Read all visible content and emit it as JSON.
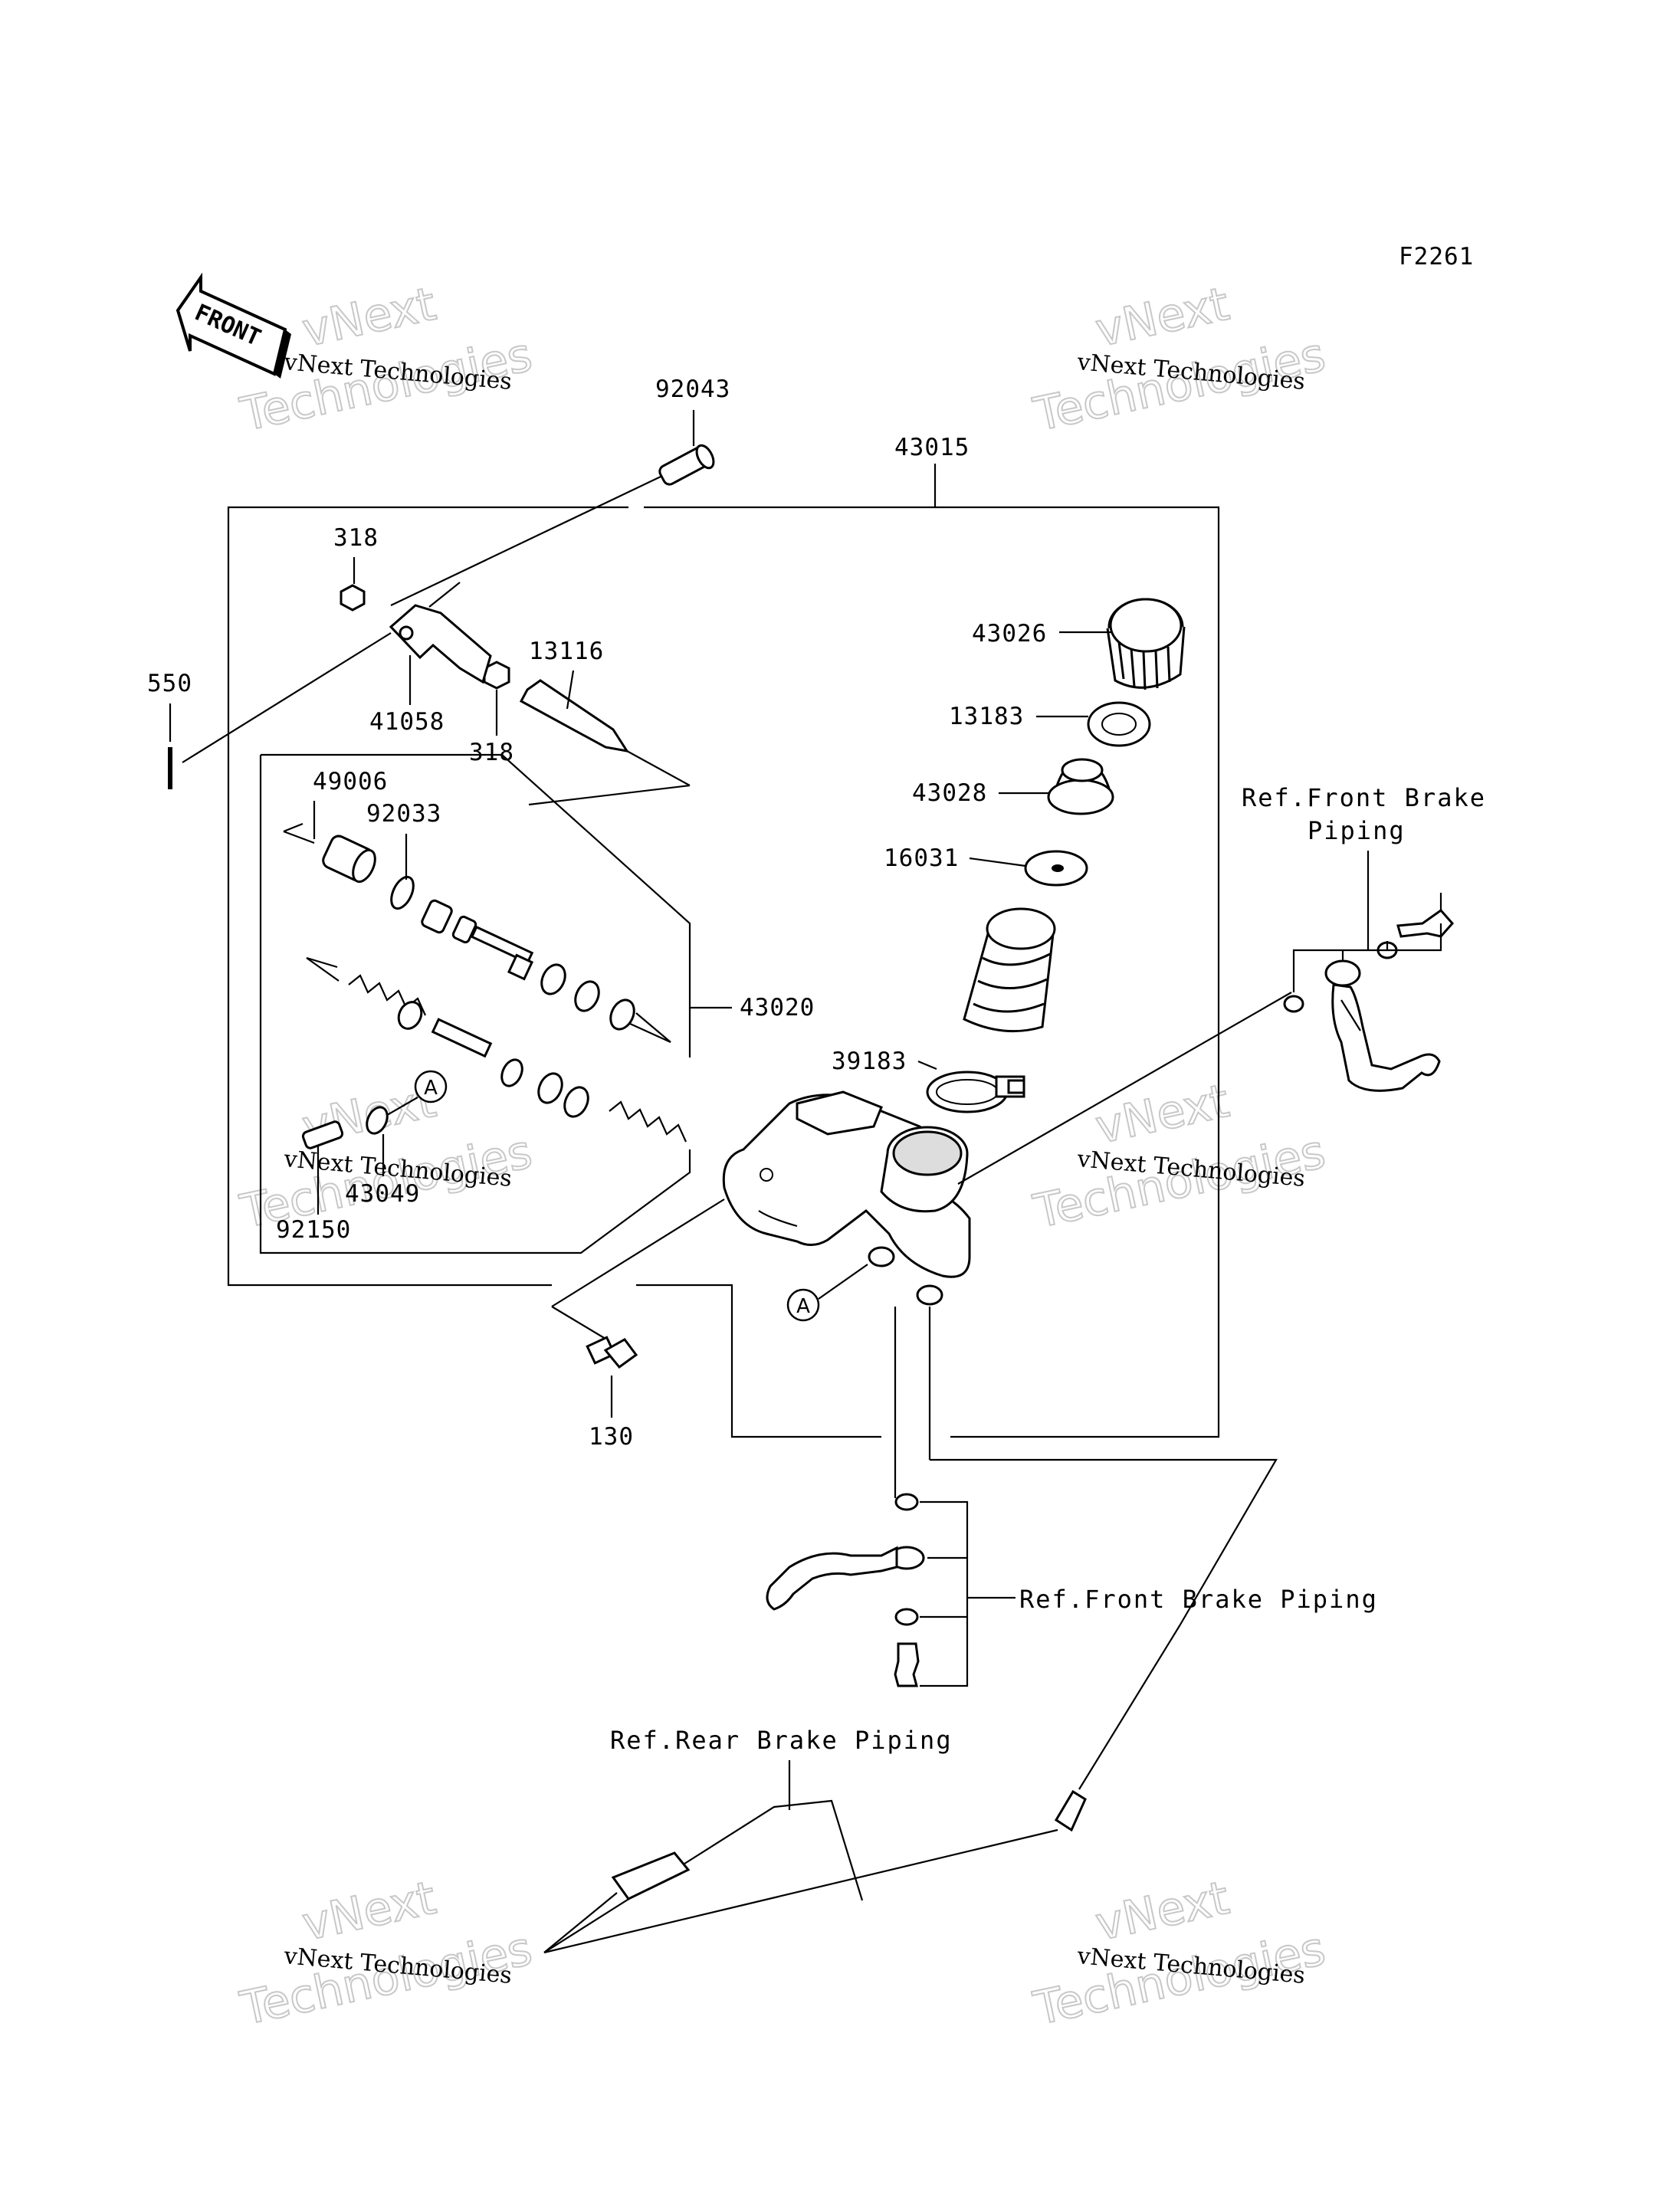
{
  "figure_code": "F2261",
  "direction_label": "FRONT",
  "callout_letter": "A",
  "watermark": {
    "line1": "vNext Technologies",
    "line2a": "vNext",
    "line2b": "Technologies"
  },
  "part_numbers": {
    "p92043": "92043",
    "p43015": "43015",
    "p318a": "318",
    "p318b": "318",
    "p13116": "13116",
    "p41058": "41058",
    "p550": "550",
    "p49006": "49006",
    "p92033": "92033",
    "p43026": "43026",
    "p13183": "13183",
    "p43028": "43028",
    "p16031": "16031",
    "p43020": "43020",
    "p39183": "39183",
    "p43049": "43049",
    "p92150": "92150",
    "p130": "130"
  },
  "references": {
    "front_piping_top_line1": "Ref.Front Brake",
    "front_piping_top_line2": "Piping",
    "front_piping_bottom": "Ref.Front Brake Piping",
    "rear_piping": "Ref.Rear Brake Piping"
  }
}
